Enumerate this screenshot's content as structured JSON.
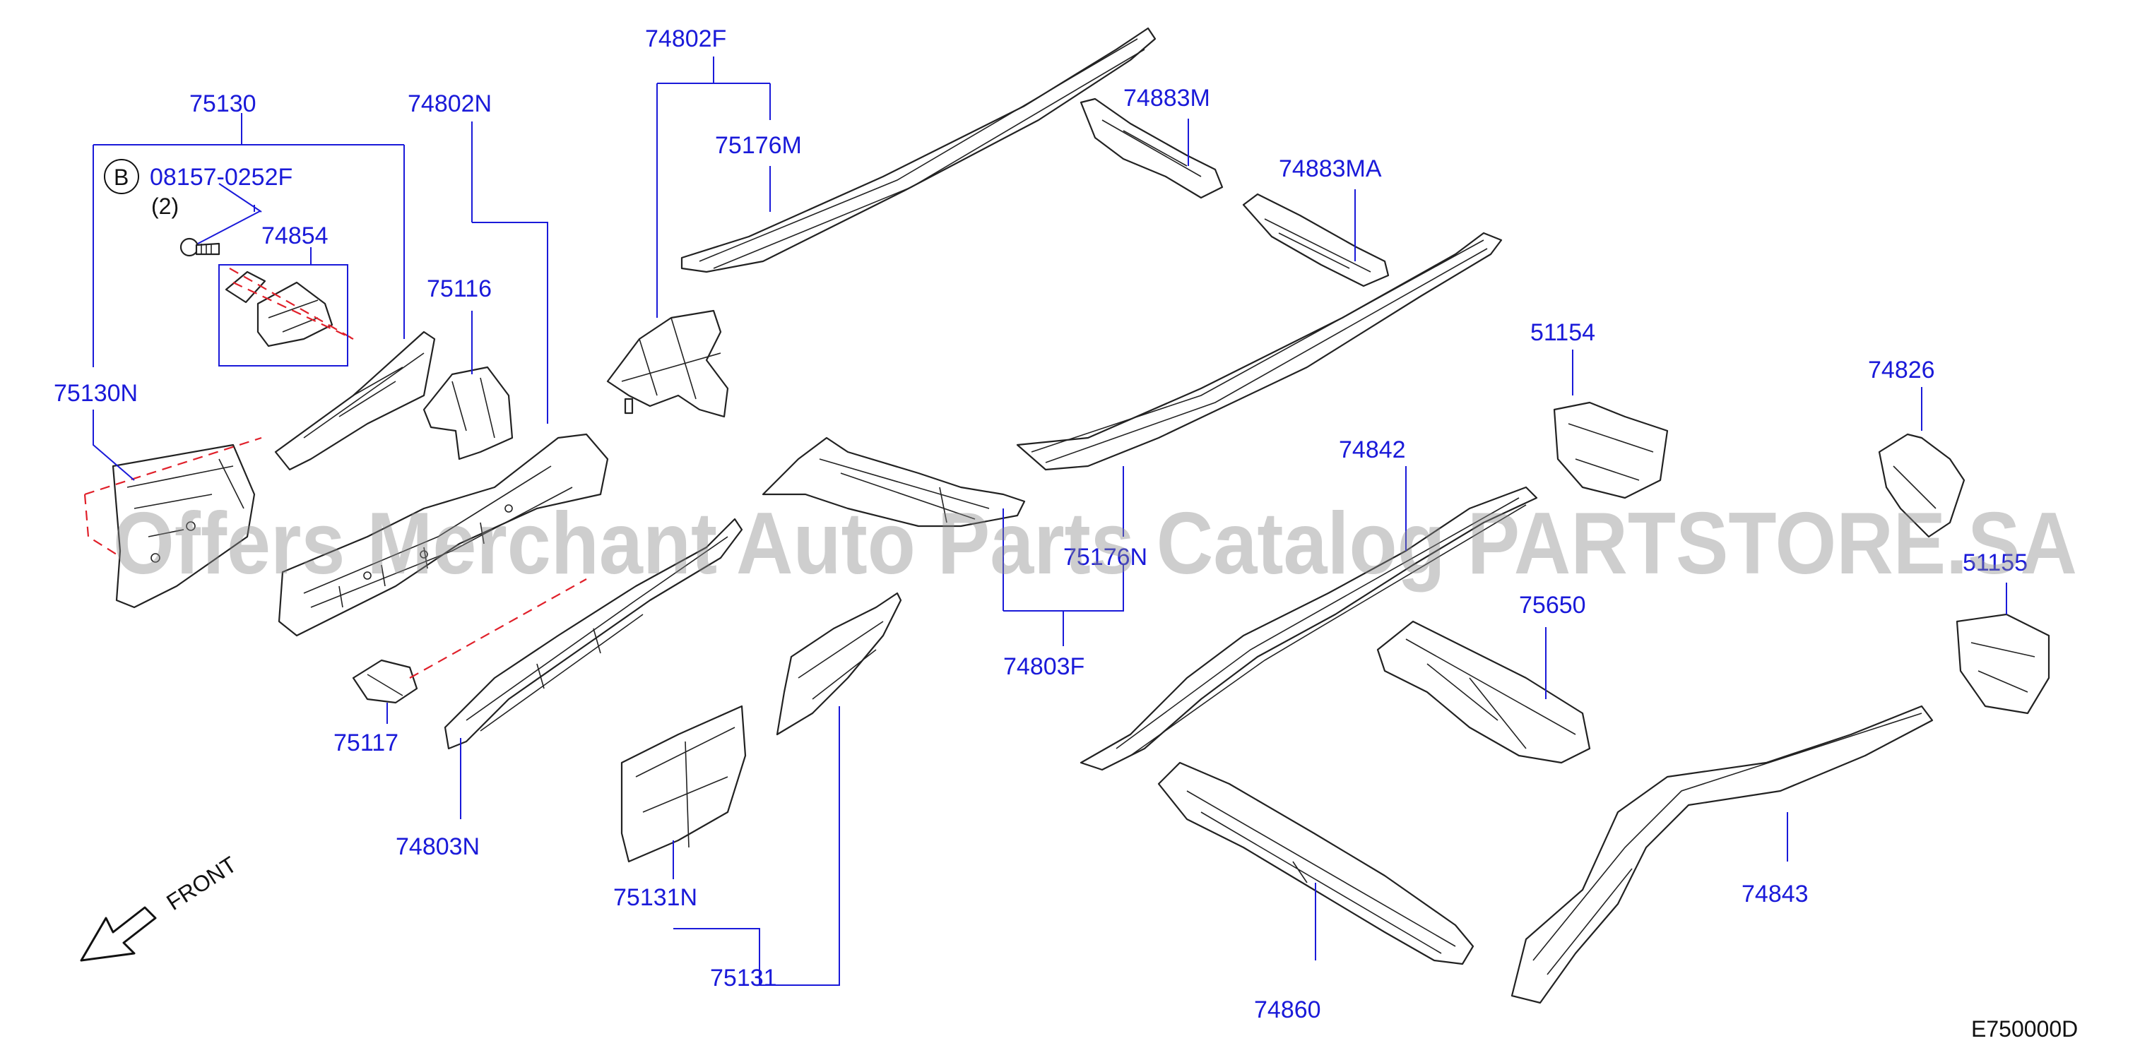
{
  "labels": {
    "l75130": "75130",
    "l74802N": "74802N",
    "l74802F": "74802F",
    "l75176M": "75176M",
    "l74883M": "74883M",
    "l74883MA": "74883MA",
    "l08157": "08157-0252F",
    "qty": "(2)",
    "bolt_ref": "B",
    "l74854": "74854",
    "l75116": "75116",
    "l75130N": "75130N",
    "l51154": "51154",
    "l74826": "74826",
    "l74842": "74842",
    "l75176N": "75176N",
    "l75650": "75650",
    "l51155": "51155",
    "l74803F": "74803F",
    "l75117": "75117",
    "l74803N": "74803N",
    "l75131N": "75131N",
    "l75131": "75131",
    "l74843": "74843",
    "l74860": "74860",
    "front": "FRONT",
    "code": "E750000D"
  },
  "watermark": "Offers Merchant Auto Parts Catalog PARTSTORE.SA",
  "colors": {
    "label": "#1a1ad9",
    "dash": "#e0202a",
    "line": "#222222"
  }
}
